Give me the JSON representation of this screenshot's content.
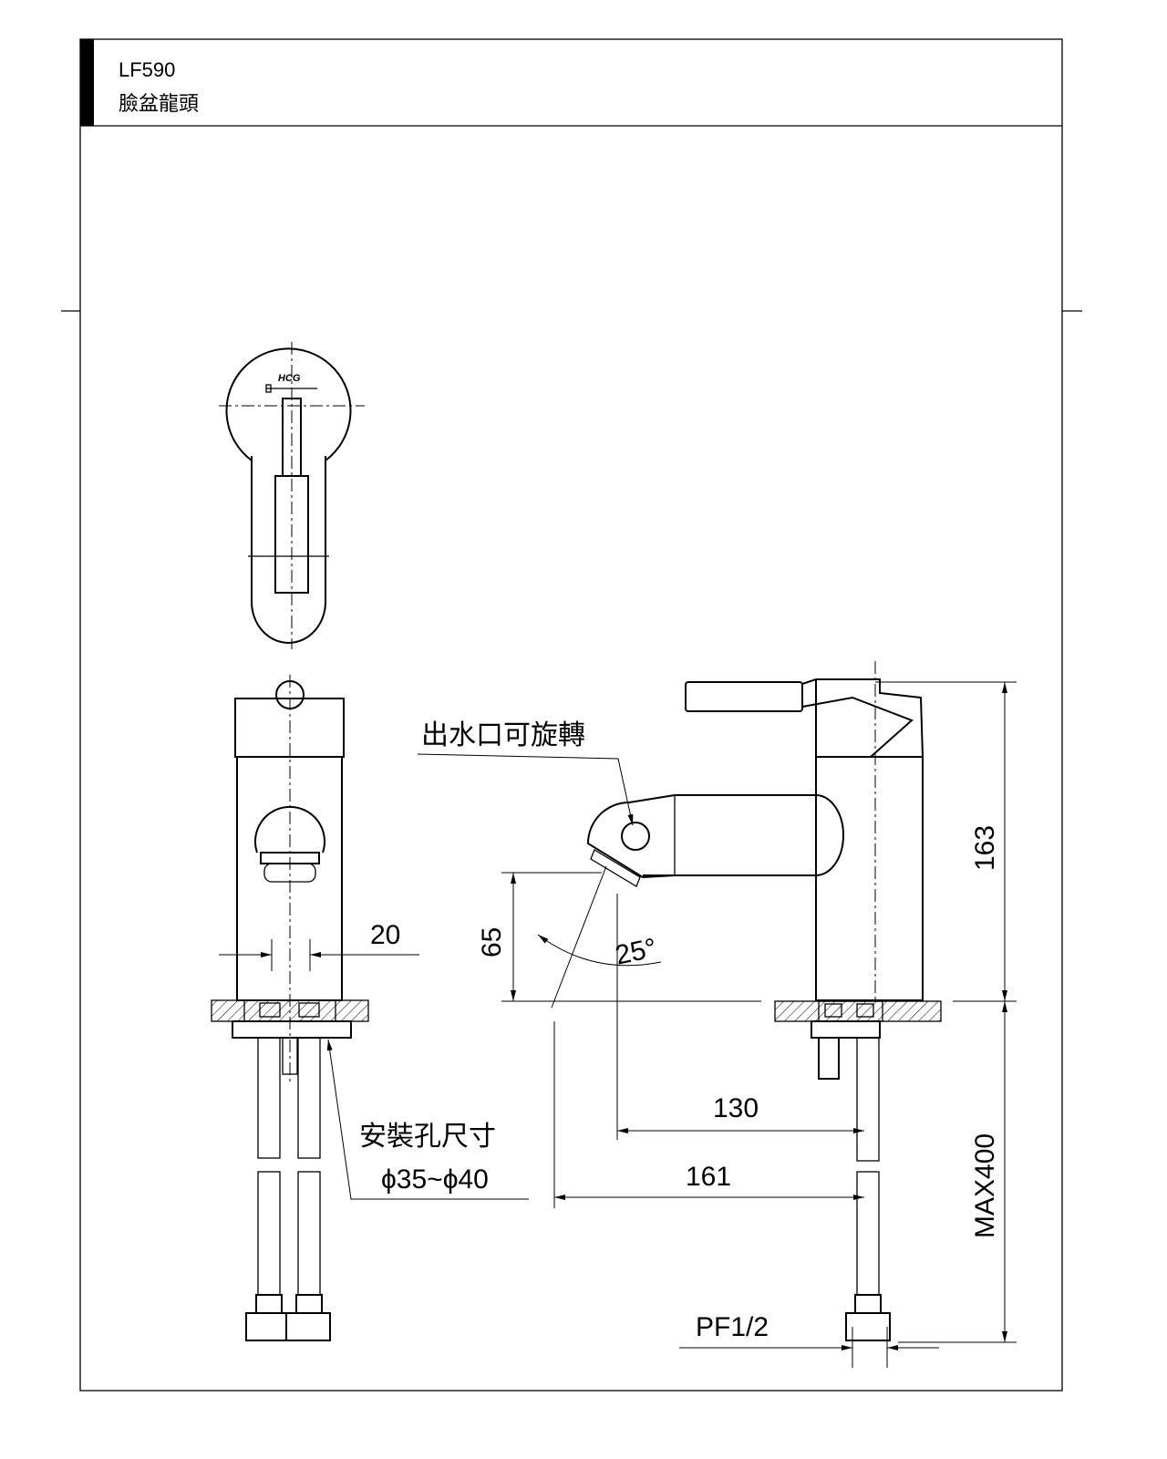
{
  "header": {
    "model": "LF590",
    "product_name": "臉盆龍頭"
  },
  "logo": "HCG",
  "annotations": {
    "spout_rotatable": "出水口可旋轉",
    "install_hole_label": "安裝孔尺寸",
    "install_hole_size": "ϕ35~ϕ40",
    "angle": "25°"
  },
  "dimensions": {
    "hose_spacing": "20",
    "spout_height": "65",
    "total_height": "163",
    "hose_length": "MAX400",
    "spout_reach_130": "130",
    "spout_reach_161": "161",
    "thread": "PF1/2"
  }
}
